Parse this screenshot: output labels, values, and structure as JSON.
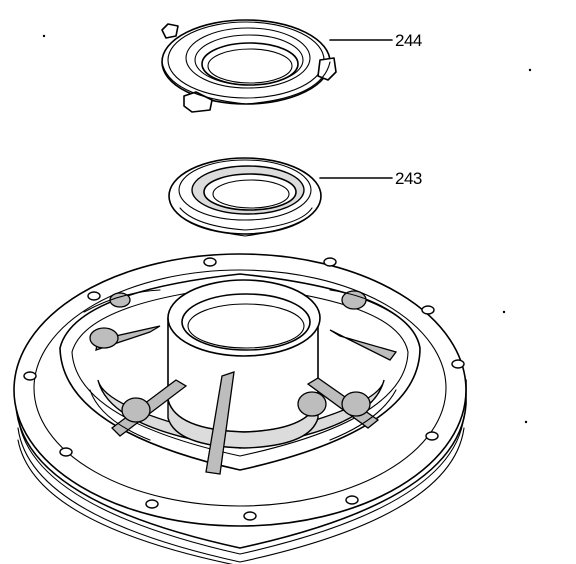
{
  "callouts": [
    {
      "id": "244",
      "label": "244"
    },
    {
      "id": "243",
      "label": "243"
    }
  ],
  "colors": {
    "line": "#000000",
    "background": "#ffffff"
  }
}
